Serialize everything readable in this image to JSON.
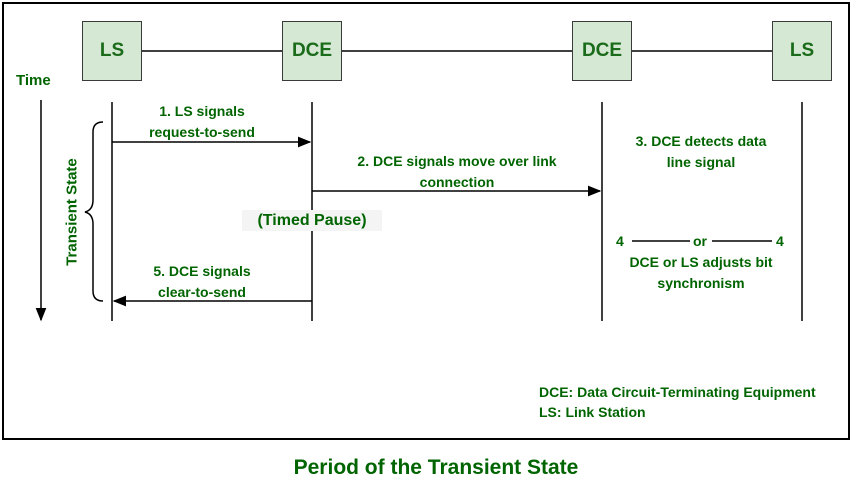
{
  "nodes": [
    "LS",
    "DCE",
    "DCE",
    "LS"
  ],
  "time_label": "Time",
  "transient_label": "Transient State",
  "steps": {
    "step1": [
      "1. LS signals",
      "request-to-send"
    ],
    "step2": [
      "2. DCE signals move over link",
      "connection"
    ],
    "step3": [
      "3. DCE detects data",
      "line signal"
    ],
    "timed_pause": "(Timed Pause)",
    "step4_left": "4",
    "step4_or": "or",
    "step4_right": "4",
    "step4_text": [
      "DCE or LS adjusts bit",
      "synchronism"
    ],
    "step5": [
      "5. DCE signals",
      "clear-to-send"
    ]
  },
  "legend": [
    "DCE: Data Circuit-Terminating Equipment",
    "LS: Link Station"
  ],
  "caption": "Period of the Transient State",
  "colors": {
    "text": "#006400",
    "node_fill": "#d5e8d4",
    "line": "#000000"
  }
}
